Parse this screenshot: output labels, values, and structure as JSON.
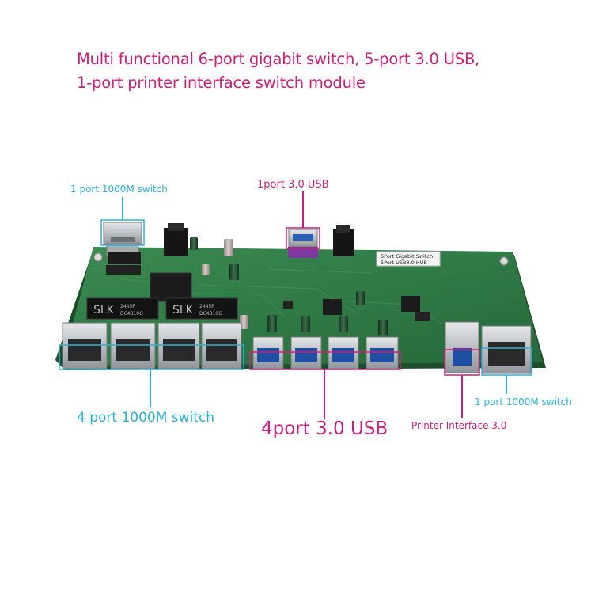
{
  "headline": {
    "line1": "Multi functional 6-port gigabit switch, 5-port 3.0 USB,",
    "line2": "1-port printer interface switch module"
  },
  "callouts": {
    "top_left_switch": "1 port 1000M switch",
    "top_usb": "1port 3.0 USB",
    "bottom_left_switch": "4 port 1000M switch",
    "bottom_usb": "4port 3.0 USB",
    "printer": "Printer Interface 3.0",
    "right_switch": "1 port 1000M switch"
  },
  "board": {
    "sticker_line1": "6Port Gigabit Switch",
    "sticker_line2": "5Port USB3.0 HUB",
    "magnetics": [
      {
        "brand": "SLK",
        "part_a": "2445R",
        "part_b": "DC4810G"
      },
      {
        "brand": "SLK",
        "part_a": "2445R",
        "part_b": "DC4810G"
      }
    ]
  },
  "colors": {
    "accent_cyan": "#2ab1d9",
    "accent_magenta": "#c8207a",
    "pcb_green": "#2f7a45"
  }
}
